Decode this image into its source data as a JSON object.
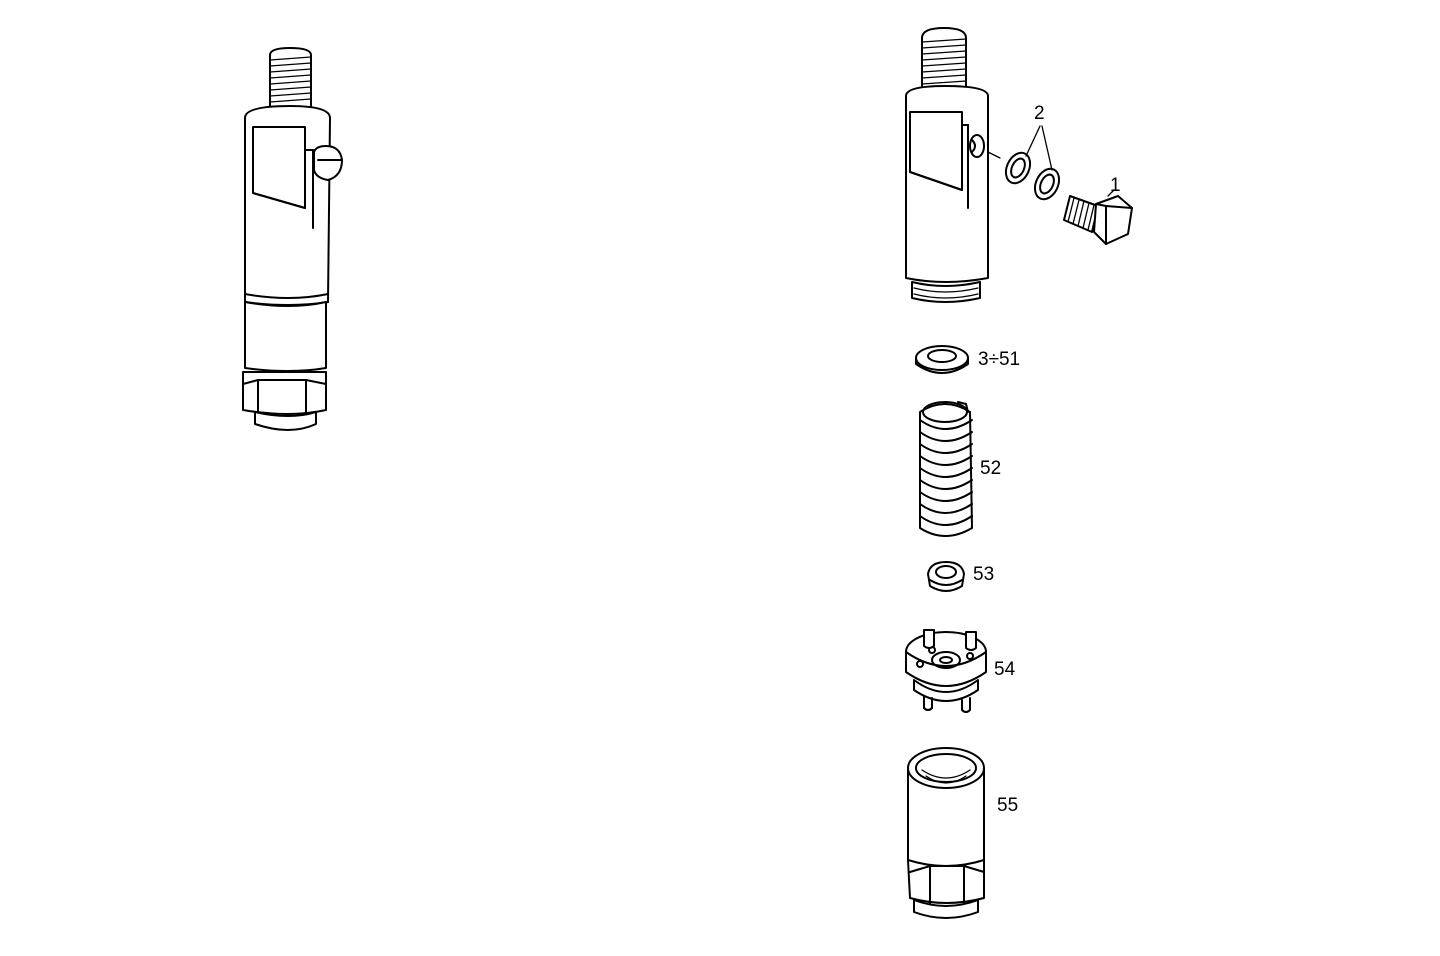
{
  "callouts": {
    "part_1": "1",
    "part_2": "2",
    "part_3_51": "3÷51",
    "part_52": "52",
    "part_53": "53",
    "part_54": "54",
    "part_55": "55"
  }
}
